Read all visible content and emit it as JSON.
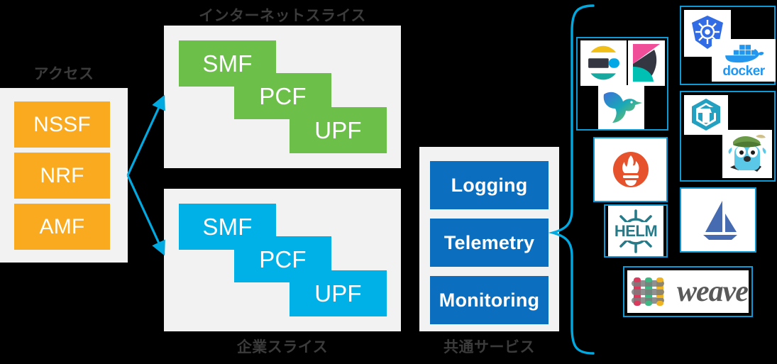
{
  "diagram": {
    "title_hidden": "5G network slicing with cloud-native stack",
    "accent_color": "#00a9e0",
    "colors": {
      "access_box": "#f9aa1e",
      "internet_slice_box": "#6cc04a",
      "enterprise_slice_box": "#00b1e8",
      "common_service_box": "#0b6ebe",
      "panel_bg": "#f2f2f2",
      "connector": "#00a9e0",
      "caption": "#3b3b3b"
    }
  },
  "access": {
    "caption": "アクセス",
    "functions": [
      {
        "label": "NSSF"
      },
      {
        "label": "NRF"
      },
      {
        "label": "AMF"
      }
    ]
  },
  "internet_slice": {
    "caption": "インターネットスライス",
    "caption_position": "top",
    "functions": [
      {
        "label": "SMF"
      },
      {
        "label": "PCF"
      },
      {
        "label": "UPF"
      }
    ]
  },
  "enterprise_slice": {
    "caption": "企業スライス",
    "caption_position": "bottom",
    "functions": [
      {
        "label": "SMF"
      },
      {
        "label": "PCF"
      },
      {
        "label": "UPF"
      }
    ]
  },
  "common_services": {
    "caption": "共通サービス",
    "caption_position": "bottom",
    "services": [
      {
        "label": "Logging"
      },
      {
        "label": "Telemetry"
      },
      {
        "label": "Monitoring"
      }
    ]
  },
  "tech_stack": {
    "groups": [
      {
        "name": "logging-group",
        "logos": [
          {
            "name": "elasticsearch-logo",
            "alt": "Elasticsearch"
          },
          {
            "name": "kibana-logo",
            "alt": "Kibana"
          },
          {
            "name": "beats-logo",
            "alt": "Beats"
          }
        ]
      },
      {
        "name": "container-group",
        "logos": [
          {
            "name": "kubernetes-logo",
            "alt": "Kubernetes"
          },
          {
            "name": "docker-logo",
            "alt": "docker",
            "wordmark": "docker"
          }
        ]
      },
      {
        "name": "metrics-group",
        "logos": [
          {
            "name": "prometheus-logo",
            "alt": "Prometheus"
          }
        ]
      },
      {
        "name": "proxy-group",
        "logos": [
          {
            "name": "traefik-logo",
            "alt": "Traefik"
          },
          {
            "name": "go-gopher-logo",
            "alt": "Go Gopher"
          }
        ]
      },
      {
        "name": "packaging-group",
        "logos": [
          {
            "name": "helm-logo",
            "alt": "HELM",
            "wordmark": "HELM"
          }
        ]
      },
      {
        "name": "service-mesh-group",
        "logos": [
          {
            "name": "istio-logo",
            "alt": "Istio"
          }
        ]
      },
      {
        "name": "networking-group",
        "logos": [
          {
            "name": "weave-logo",
            "alt": "weave",
            "wordmark": "weave"
          }
        ]
      }
    ]
  }
}
